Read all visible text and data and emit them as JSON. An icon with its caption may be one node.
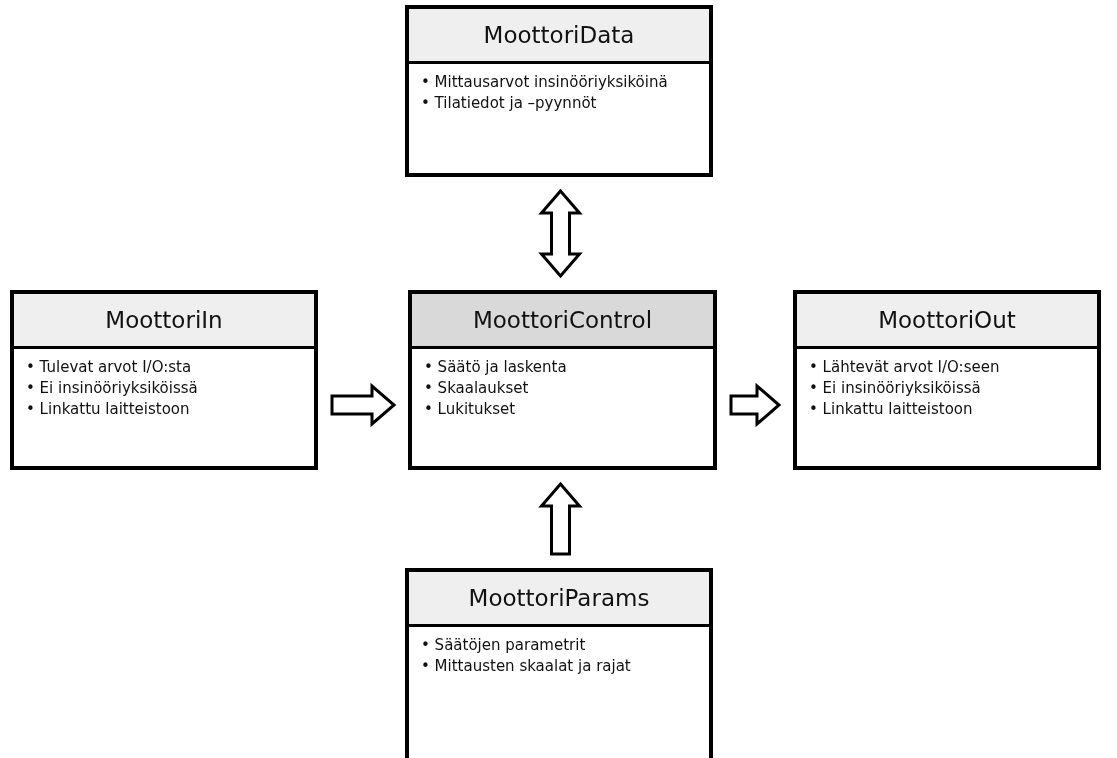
{
  "diagram": {
    "nodes": [
      {
        "text": [
          "MoottoriData",
          "• Mittausarvot insinööriyksiköinä",
          "• Tilatiedot ja –pyynnöt"
        ]
      },
      {
        "text": [
          "MoottoriIn",
          "• Tulevat arvot I/O:sta",
          "• Ei insinööriyksiköissä",
          "• Linkattu laitteistoon"
        ]
      },
      {
        "text": [
          "MoottoriControl",
          "• Säätö ja laskenta",
          "• Skaalaukset",
          "• Lukitukset"
        ]
      },
      {
        "text": [
          "MoottoriOut",
          "• Lähtevät arvot I/O:seen",
          "• Ei insinööriyksiköissä",
          "• Linkattu laitteistoon"
        ]
      },
      {
        "text": [
          "MoottoriParams",
          "• Säätöjen parametrit",
          "• Mittausten skaalat ja rajat"
        ]
      }
    ],
    "edges": [
      {
        "from": 0,
        "to": 2,
        "arrow": "both"
      },
      {
        "from": 1,
        "to": 2,
        "arrow": "to"
      },
      {
        "from": 2,
        "to": 3,
        "arrow": "to"
      },
      {
        "from": 4,
        "to": 2,
        "arrow": "to"
      }
    ]
  }
}
